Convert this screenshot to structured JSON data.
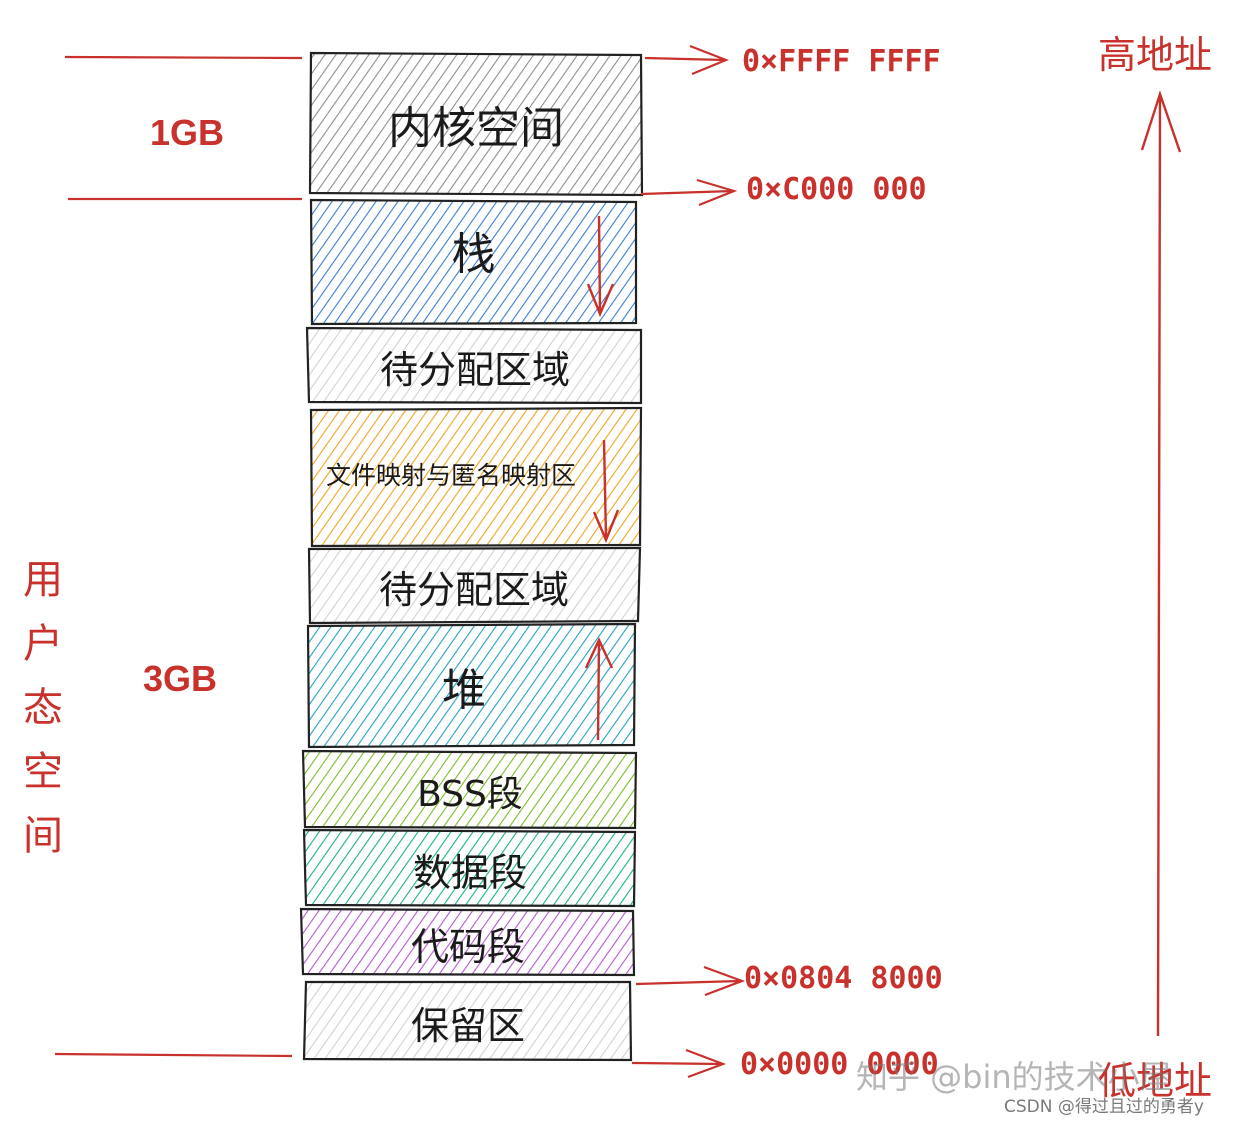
{
  "segments": [
    {
      "label": "内核空间",
      "color": "#9a9a9a"
    },
    {
      "label": "栈",
      "color": "#3b7fd4"
    },
    {
      "label": "待分配区域",
      "color": "#c4c4c4"
    },
    {
      "label": "文件映射与匿名映射区",
      "color": "#f2a51f"
    },
    {
      "label": "待分配区域",
      "color": "#c4c4c4"
    },
    {
      "label": "堆",
      "color": "#23a3c4"
    },
    {
      "label": "BSS段",
      "color": "#7dbd2a"
    },
    {
      "label": "数据段",
      "color": "#1ab38a"
    },
    {
      "label": "代码段",
      "color": "#b45ad6"
    },
    {
      "label": "保留区",
      "color": "#c4c4c4"
    }
  ],
  "addresses": {
    "top": "0×FFFF FFFF",
    "kernel_boundary": "0×C000 000",
    "code_start": "0×0804 8000",
    "bottom": "0×0000 0000"
  },
  "size_labels": {
    "kernel": "1GB",
    "user": "3GB"
  },
  "user_space_label": [
    "用",
    "户",
    "态",
    "空",
    "间"
  ],
  "high_address_label": "高地址",
  "low_address_label": "低地址",
  "watermarks": {
    "zhihu": "知乎 @bin的技术小屋",
    "csdn": "CSDN @得过且过的勇者y"
  },
  "colors": {
    "accent_red": "#c8312c",
    "outline": "#222222"
  }
}
